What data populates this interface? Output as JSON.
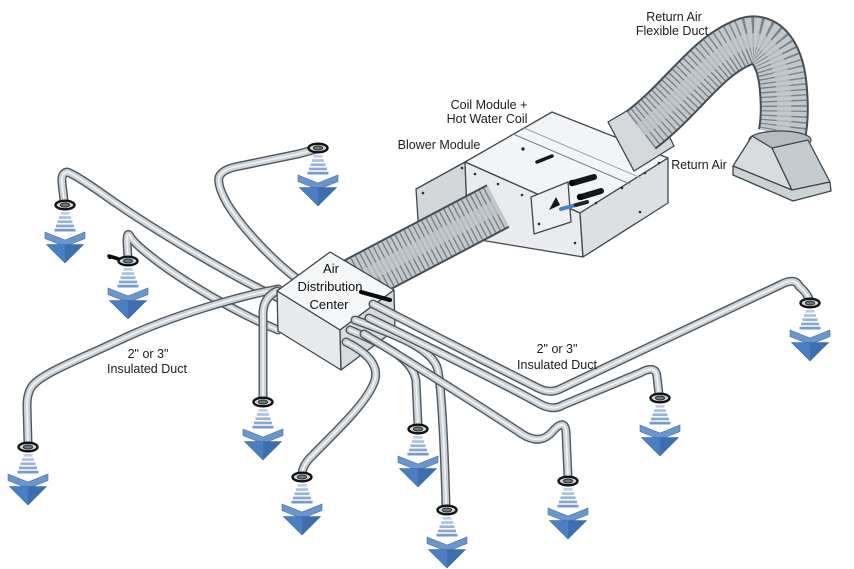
{
  "diagram": {
    "type": "hvac-small-duct-system-illustration",
    "labels": {
      "return_duct": {
        "line1": "Return Air",
        "line2": "Flexible Duct"
      },
      "coil_module": {
        "line1": "Coil Module +",
        "line2": "Hot Water Coil"
      },
      "blower_module": "Blower Module",
      "return_air": "Return Air",
      "air_distribution_center": {
        "line1": "Air",
        "line2": "Distribution",
        "line3": "Center"
      },
      "insulated_duct_left": {
        "line1": "2\" or 3\"",
        "line2": "Insulated Duct"
      },
      "insulated_duct_right": {
        "line1": "2\" or 3\"",
        "line2": "Insulated Duct"
      }
    },
    "colors": {
      "background": "#ffffff",
      "duct_gray": "#ccd1d5",
      "corrugated_gray": "#c3c8cc",
      "outline": "#3f464c",
      "arrow_blue": "#4a80c3",
      "text": "#1c1c1c"
    },
    "supply_outlets": {
      "count": 11,
      "symbol": "downward-airflow-arrow"
    }
  }
}
